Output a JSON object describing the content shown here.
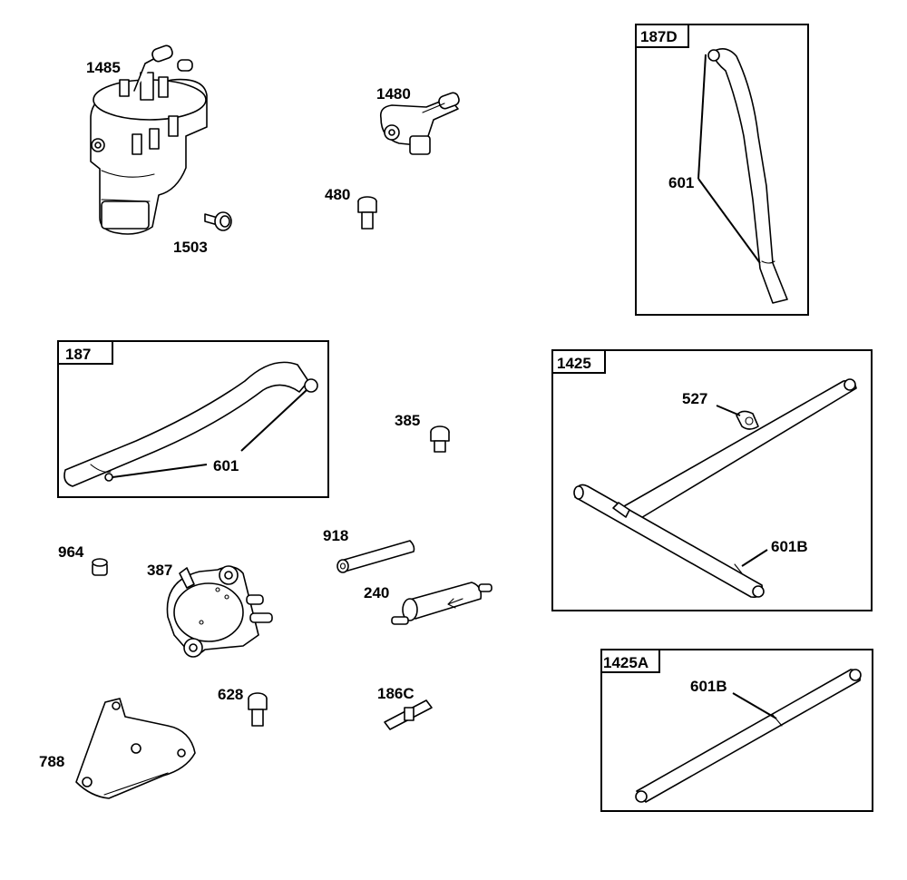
{
  "labels": {
    "p1485": "1485",
    "p1480": "1480",
    "p480": "480",
    "p1503": "1503",
    "p385": "385",
    "p964": "964",
    "p387": "387",
    "p918": "918",
    "p240": "240",
    "p628": "628",
    "p186c": "186C",
    "p788": "788"
  },
  "boxes": {
    "box_187d": {
      "title": "187D",
      "callout": "601"
    },
    "box_187": {
      "title": "187",
      "callout": "601"
    },
    "box_1425": {
      "title": "1425",
      "callout_527": "527",
      "callout_601b": "601B"
    },
    "box_1425a": {
      "title": "1425A",
      "callout_601b": "601B"
    }
  }
}
